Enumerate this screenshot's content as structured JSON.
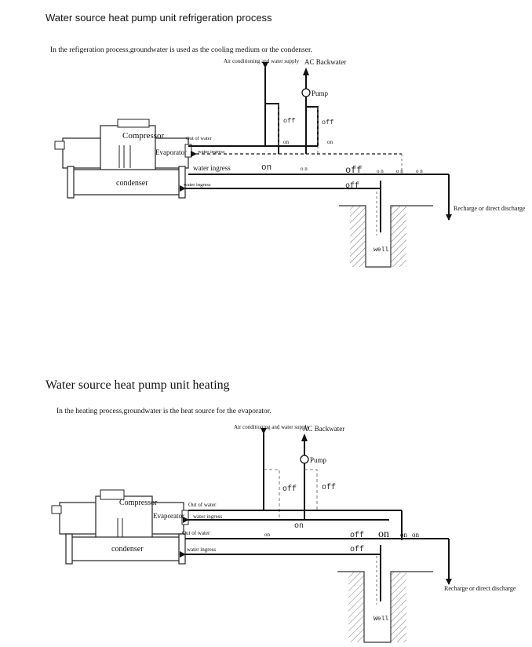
{
  "cooling": {
    "title": "Water source heat pump unit refrigeration process",
    "subtitle": "In the refigeration process,groundwater is used as the cooling medium or the condenser.",
    "labels": {
      "ac_supply": "Air conditioning and water supply",
      "ac_backwater": "AC Backwater",
      "pump": "Pump",
      "compressor": "Compressor",
      "evaporator": "Evaporator",
      "condenser": "condenser",
      "out_of_water": "Out of water",
      "water_ingress_evap": "water ingress",
      "water_ingress_main": "water ingress",
      "water_ingress_cond": "water ingress",
      "well": "well",
      "recharge": "Recharge or direct discharge"
    },
    "valves": {
      "off_left": "off",
      "off_right": "off",
      "on_left": "on",
      "on_right": "on",
      "on_main": "on",
      "on_a": "o n",
      "off_main": "off",
      "off_lower": "off",
      "on_b": "o n",
      "on_c": "o n",
      "on_d": "o n"
    }
  },
  "heating": {
    "title": "Water source heat pump unit heating",
    "subtitle": "In the heating process,groundwater is the heat source for the evaporator.",
    "title_color": "#1f3864",
    "labels": {
      "ac_supply": "Air conditioning and water supply",
      "ac_backwater": "AC Backwater",
      "pump": "Pump",
      "compressor": "Compressor",
      "evaporator": "Evaporator",
      "condenser": "condenser",
      "out_of_water_top": "Out of water",
      "water_ingress_top": "water ingress",
      "out_of_water_cond": "Out of water",
      "water_ingress_cond": "water ingress",
      "well": "Well",
      "recharge": "Recharge or direct discharge"
    },
    "valves": {
      "off_left": "off",
      "off_right": "off",
      "on_center": "on",
      "on_small": "on",
      "off_mid": "off",
      "off_lower": "off",
      "on_big": "on",
      "on_a": "on",
      "on_b": "on"
    }
  }
}
